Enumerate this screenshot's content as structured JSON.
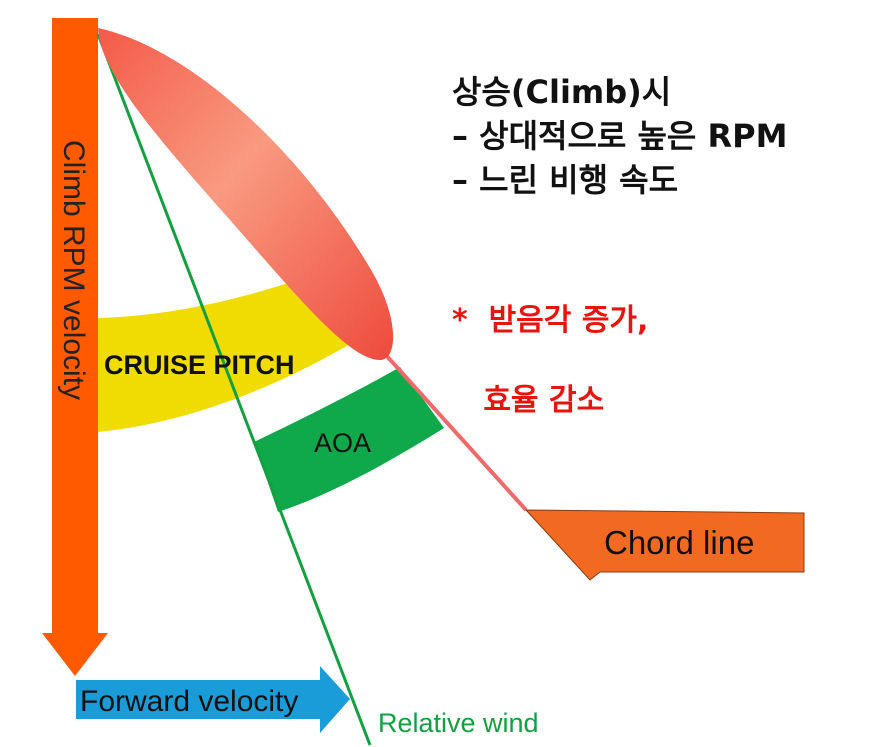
{
  "text": {
    "title": "상승(Climb)시",
    "point1": "– 상대적으로 높은 RPM",
    "point2": "– 느린 비행 속도",
    "note_line1": "*  받음각 증가,",
    "note_line2": "   효율 감소"
  },
  "labels": {
    "climb_rpm_velocity": "Climb RPM velocity",
    "cruise_pitch": "CRUISE PITCH",
    "aoa": "AOA",
    "chord_line": "Chord line",
    "forward_velocity": "Forward velocity",
    "relative_wind": "Relative wind"
  },
  "colors": {
    "rpm_arrow": "#ff5a00",
    "forward_arrow": "#1a9cd8",
    "cruise_band": "#f0dc00",
    "aoa_band": "#0fa84a",
    "relative_wind_line": "#12a040",
    "chord_line": "#f06a6a",
    "chord_label_bg": "#f26a22",
    "blade": "#f06a55",
    "note_text": "#e8150f"
  }
}
